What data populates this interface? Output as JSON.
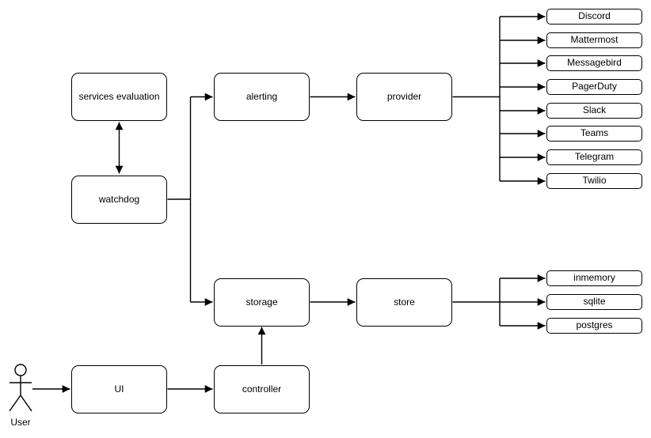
{
  "diagram": {
    "colors": {
      "stroke": "#000000",
      "background": "#ffffff",
      "text": "#000000"
    },
    "nodes": {
      "services_evaluation": "services evaluation",
      "watchdog": "watchdog",
      "alerting": "alerting",
      "provider": "provider",
      "storage": "storage",
      "store": "store",
      "ui": "UI",
      "controller": "controller"
    },
    "providers": [
      "Discord",
      "Mattermost",
      "Messagebird",
      "PagerDuty",
      "Slack",
      "Teams",
      "Telegram",
      "Twilio"
    ],
    "stores": [
      "inmemory",
      "sqlite",
      "postgres"
    ],
    "actor": {
      "label": "User"
    }
  }
}
